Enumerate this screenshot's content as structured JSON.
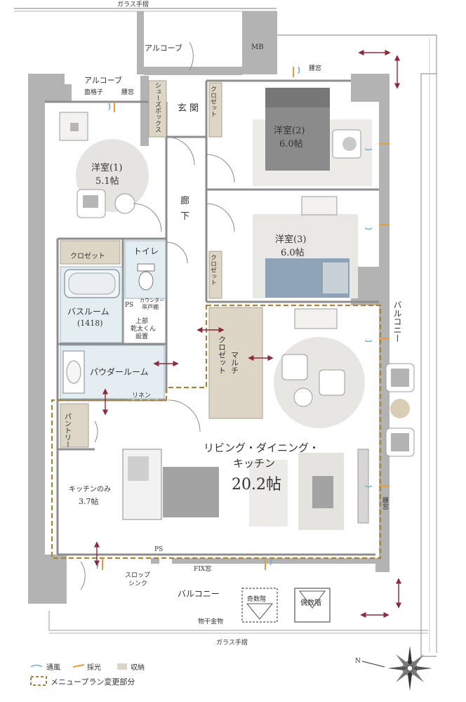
{
  "labels": {
    "glass_rail_top": "ガラス手摺",
    "glass_rail_bottom": "ガラス手摺",
    "alcove_top": "アルコーブ",
    "alcove_left": "アルコーブ",
    "mb": "MB",
    "window_grille": "面格子",
    "waist_window_1": "腰窓",
    "waist_window_2": "腰窓",
    "waist_window_3": "腰窓",
    "shoebox": "シューズボックス",
    "counter": "カウンター",
    "entrance": "玄関",
    "closet_1": "クロゼット",
    "closet_2": "クロゼット",
    "closet_3": "クロゼット",
    "room1_name": "洋室(1)",
    "room1_size": "5.1帖",
    "room2_name": "洋室(2)",
    "room2_size": "6.0帖",
    "room3_name": "洋室(3)",
    "room3_size": "6.0帖",
    "hallway_1": "廊",
    "hallway_2": "下",
    "toilet": "トイレ",
    "counter_cabinet_1": "カウンター",
    "counter_cabinet_2": "吊戸棚",
    "ps_1": "PS",
    "ps_2": "PS",
    "bathroom": "バスルーム",
    "bathroom_size": "(1418)",
    "dryer_1": "上部",
    "dryer_2": "乾太くん",
    "dryer_3": "設置",
    "multi_closet_1": "マルチ",
    "multi_closet_2": "クロゼット",
    "powder_room": "パウダールーム",
    "linen": "リネン",
    "pantry": "パントリー",
    "ldk_name_1": "リビング・ダイニング・",
    "ldk_name_2": "キッチン",
    "ldk_size": "20.2帖",
    "kitchen_only": "キッチンのみ",
    "kitchen_size": "3.7帖",
    "balcony_right": "バルコニー",
    "balcony_bottom": "バルコニー",
    "fix_window": "FIX窓",
    "slop_sink_1": "スロップ",
    "slop_sink_2": "シンク",
    "odd_floor": "奇数階",
    "even_floor": "偶数階",
    "hardware": "物干金物"
  },
  "legend": {
    "ventilation": "通風",
    "daylight": "採光",
    "storage": "収納",
    "menu_plan": "メニュープラン変更部分"
  },
  "compass": {
    "north": "N"
  },
  "colors": {
    "wall": "#b3b3b3",
    "floor": "#ffffff",
    "storage": "#ddd6c6",
    "wet_area": "#e4eef2",
    "menu_outline": "#a5843c",
    "ventilation": "#6eb3cb",
    "daylight": "#e89a3c",
    "arrow": "#8a2a3a"
  }
}
